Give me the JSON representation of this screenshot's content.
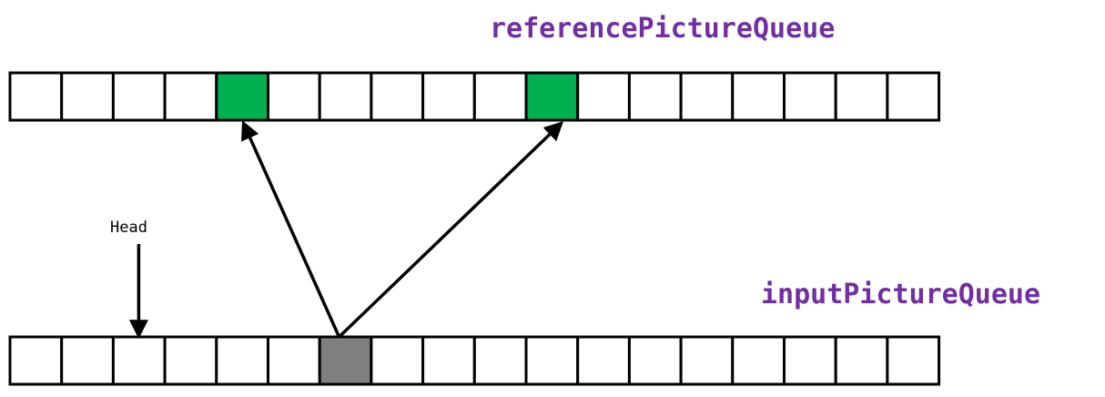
{
  "colors": {
    "label": "#7030a0",
    "highlight_green": "#00b050",
    "current_gray": "#7f7f7f",
    "cell_border": "#000000"
  },
  "reference_queue": {
    "label": "referencePictureQueue",
    "cell_count": 18,
    "highlighted_cells": [
      4,
      10
    ]
  },
  "input_queue": {
    "label": "inputPictureQueue",
    "cell_count": 18,
    "current_cell": 6,
    "head_cell": 2
  },
  "head_pointer": {
    "label": "Head"
  },
  "references": [
    {
      "from": "input.6",
      "to": "reference.4"
    },
    {
      "from": "input.6",
      "to": "reference.10"
    }
  ]
}
